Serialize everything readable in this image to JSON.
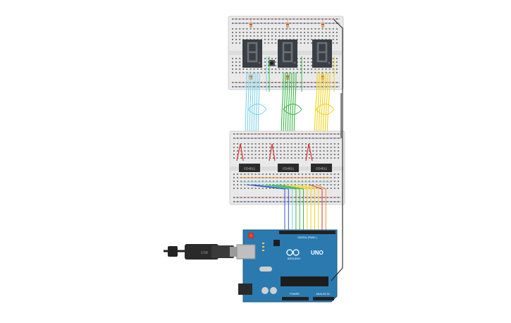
{
  "canvas": {
    "background": "#ffffff"
  },
  "breadboard_top": {
    "body_color": "#e9e9e9",
    "rail_red": "#d04040",
    "rail_blue": "#3050c0"
  },
  "seven_segment_displays": [
    {
      "digit": "8",
      "color": "#3a3f45"
    },
    {
      "digit": "8",
      "color": "#3a3f45"
    },
    {
      "digit": "8",
      "color": "#3a3f45"
    }
  ],
  "breadboard_bottom": {
    "body_color": "#e9e9e9"
  },
  "shift_registers": [
    {
      "label": "CD4511"
    },
    {
      "label": "CD4511"
    },
    {
      "label": "CD4511"
    }
  ],
  "wires": {
    "cyan": "#7fd3e8",
    "green": "#3cb84a",
    "yellow": "#f2d31a",
    "red": "#d8322c",
    "black": "#222222",
    "blue": "#2b58c6",
    "orange": "#f0902a"
  },
  "arduino": {
    "board_color": "#2a7ab0",
    "brand": "ARDUINO",
    "model": "UNO",
    "header_label": "DIGITAL (PWM~)",
    "power_label": "POWER",
    "analog_label": "ANALOG IN",
    "icon": "infinity-logo-icon"
  },
  "usb_cable": {
    "color": "#2a2a2a",
    "icon": "usb-plug-icon"
  }
}
